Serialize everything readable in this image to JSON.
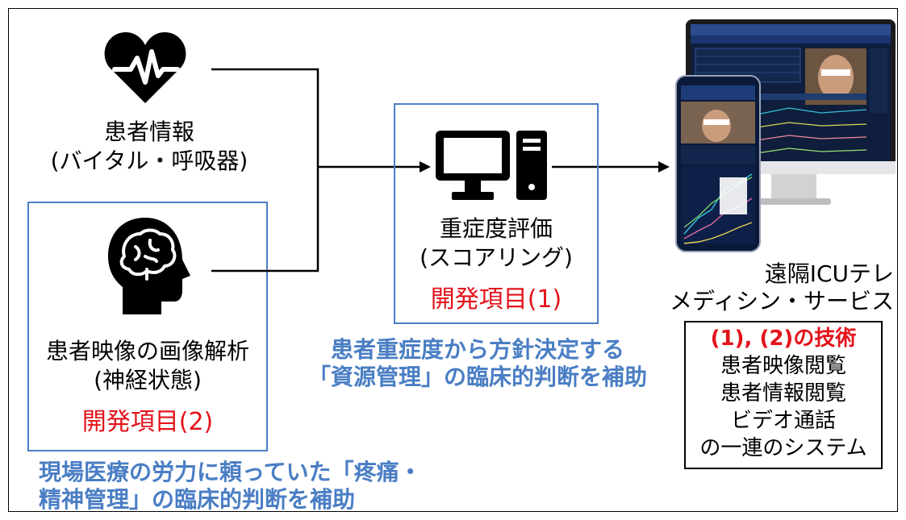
{
  "patient_info": {
    "title": "患者情報",
    "subtitle": "(バイタル・呼吸器)"
  },
  "image_analysis": {
    "title": "患者映像の画像解析",
    "subtitle": "(神経状態)",
    "dev_label": "開発項目(2)"
  },
  "severity": {
    "title": "重症度評価",
    "subtitle": "(スコアリング)",
    "dev_label": "開発項目(1)"
  },
  "service": {
    "title_line1": "遠隔ICUテレ",
    "title_line2": "メディシン・サービス",
    "tech_label": "(1), (2)の技術",
    "features": [
      "患者映像閲覧",
      "患者情報閲覧",
      "ビデオ通話",
      "の一連のシステム"
    ]
  },
  "notes": {
    "resource_line1": "患者重症度から方針決定する",
    "resource_line2": "「資源管理」の臨床的判断を補助",
    "pain_line1": "現場医療の労力に頼っていた「疼痛・",
    "pain_line2": "精神管理」の臨床的判断を補助"
  },
  "colors": {
    "accent_blue": "#4a7ec4",
    "dev_red": "#e3131b",
    "ink": "#000000"
  },
  "icons": [
    "heart-pulse-icon",
    "brain-head-icon",
    "desktop-computer-icon",
    "monitor-tablet-screenshot"
  ]
}
